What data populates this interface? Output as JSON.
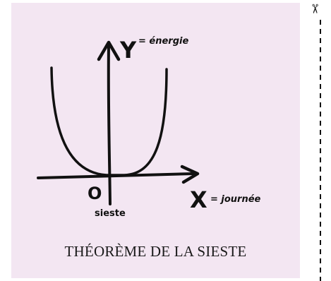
{
  "diagram": {
    "y_axis_label": "Y",
    "y_axis_desc": "= énergie",
    "x_axis_label": "X",
    "x_axis_desc": "= journée",
    "origin_label": "O",
    "point_label": "sieste",
    "caption": "THÉORÈME DE LA SIESTE"
  },
  "cut_guide": {
    "scissors_icon": "scissors-icon",
    "scissors_glyph": "✂",
    "line_color": "#111111"
  },
  "colors": {
    "card_background": "#f3e6f2",
    "ink": "#111111"
  }
}
